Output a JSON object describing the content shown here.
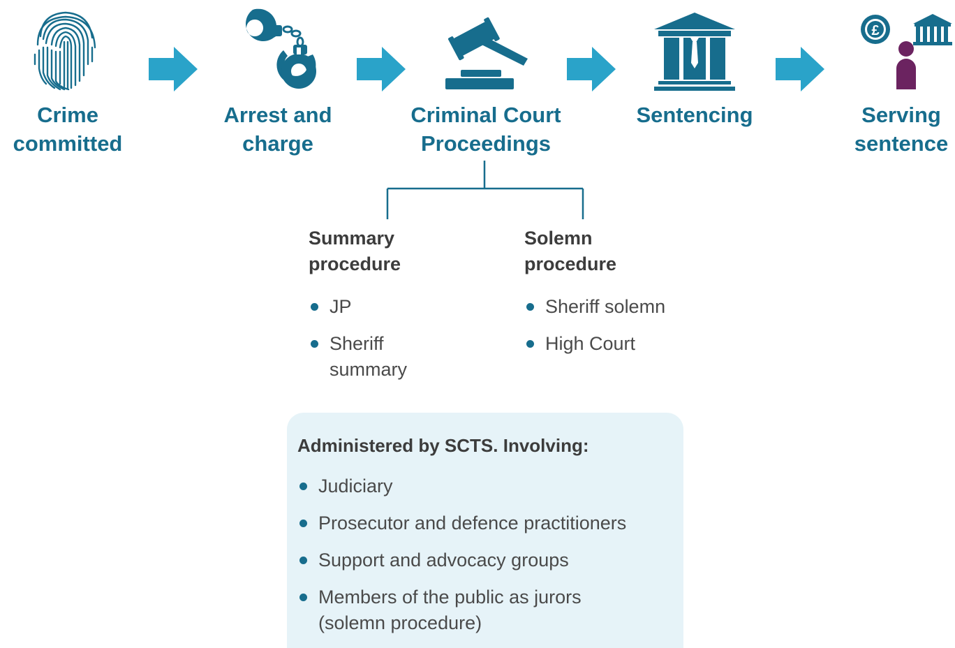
{
  "stages": [
    {
      "label": "Crime\ncommitted",
      "icon": "fingerprint-icon"
    },
    {
      "label": "Arrest and\ncharge",
      "icon": "handcuffs-icon"
    },
    {
      "label": "Criminal Court\nProceedings",
      "icon": "gavel-icon"
    },
    {
      "label": "Sentencing",
      "icon": "courthouse-icon"
    },
    {
      "label": "Serving\nsentence",
      "icon": "person-fine-prison-icon"
    }
  ],
  "procedures": {
    "summary": {
      "heading": "Summary\nprocedure",
      "items": [
        "JP",
        "Sheriff\nsummary"
      ]
    },
    "solemn": {
      "heading": "Solemn\nprocedure",
      "items": [
        "Sheriff solemn",
        "High Court"
      ]
    }
  },
  "admin_box": {
    "title": "Administered by SCTS. Involving:",
    "items": [
      "Judiciary",
      "Prosecutor and defence practitioners",
      "Support and advocacy groups",
      "Members of the public as jurors\n(solemn procedure)"
    ]
  },
  "colors": {
    "dark_teal": "#176d8d",
    "arrow_blue": "#2aa3c9",
    "purple": "#6b2360",
    "box_bg": "#e6f3f8",
    "text": "#3c3c3c"
  }
}
